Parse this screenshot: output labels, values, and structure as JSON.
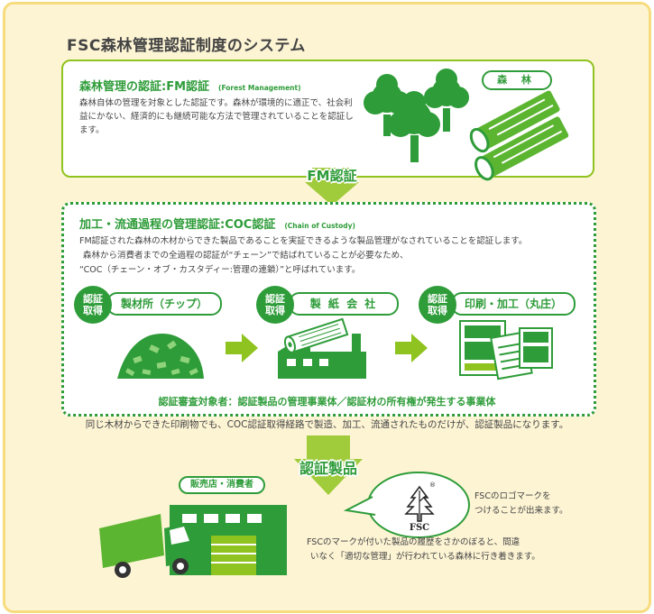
{
  "title": "FSC森林管理認証制度のシステム",
  "fm": {
    "title": "森林管理の認証:FM認証",
    "subtitle": "(Forest Management)",
    "desc": "森林自体の管理を対象とした認証です。森林が環境的に適正で、社会利益にかない、経済的にも継続可能な方法で管理されていることを認証します。",
    "forest_label": "森 林"
  },
  "arrow1_label": "FM認証",
  "coc": {
    "title": "加工・流通過程の管理認証:COC認証",
    "subtitle": "(Chain of Custody)",
    "desc_lines": [
      "FM認証された森林の木材からできた製品であることを実証できるような製品管理がなされていることを認証します。",
      "森林から消費者までの全過程の認証が“チェーン”で結ばれていることが必要なため、",
      "“COC（チェーン・オブ・カスタディー:管理の連鎖）”と呼ばれています。"
    ],
    "badge_text": [
      "認証",
      "取得"
    ],
    "stages": [
      "製材所（チップ）",
      "製 紙 会 社",
      "印刷・加工（丸庄）"
    ],
    "target": "認証審査対象者：認証製品の管理事業体／認証材の所有権が発生する事業体"
  },
  "note": "同じ木材からできた印刷物でも、COC認証取得経路で製造、加工、流通されたものだけが、認証製品になります。",
  "arrow2_label": "認証製品",
  "consumer_label": "販売店・消費者",
  "logo": {
    "text": "FSC",
    "registered_mark": "®"
  },
  "logo_note_lines": [
    "FSCのロゴマークを",
    "つけることが出来ます。"
  ],
  "trace_lines": [
    "FSCのマークが付いた製品の履歴をさかのぼると、間違",
    "いなく「適切な管理」が行われている森林に行き着きます。"
  ],
  "colors": {
    "green": "#2e9c39",
    "light_green": "#8fc31f",
    "frame_bg": "#fdf4d4",
    "frame_border": "#f7dc7e"
  }
}
